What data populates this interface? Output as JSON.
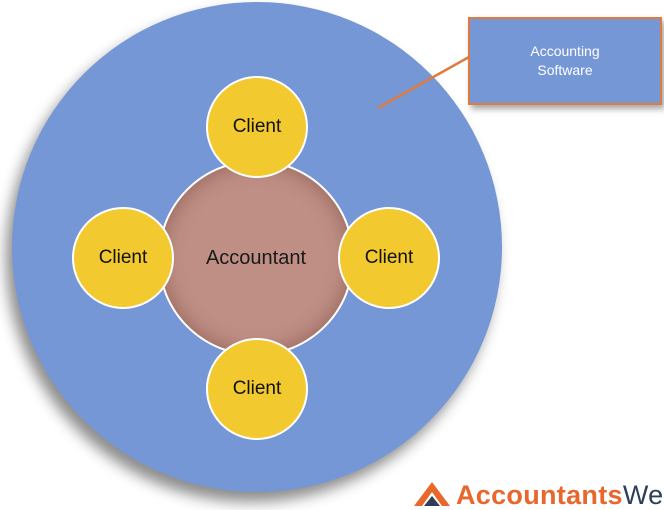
{
  "diagram": {
    "outer_label": "Accounting\nSoftware",
    "center_label": "Accountant",
    "clients": [
      {
        "label": "Client"
      },
      {
        "label": "Client"
      },
      {
        "label": "Client"
      },
      {
        "label": "Client"
      }
    ]
  },
  "logo": {
    "part1": "Accountants",
    "part2": "We"
  },
  "colors": {
    "outer_circle": "#7597d6",
    "center_circle": "#bf8f85",
    "client": "#f2c92e",
    "callout_border": "#e07b40",
    "logo_orange": "#e8672c",
    "logo_navy": "#2f3e57"
  }
}
